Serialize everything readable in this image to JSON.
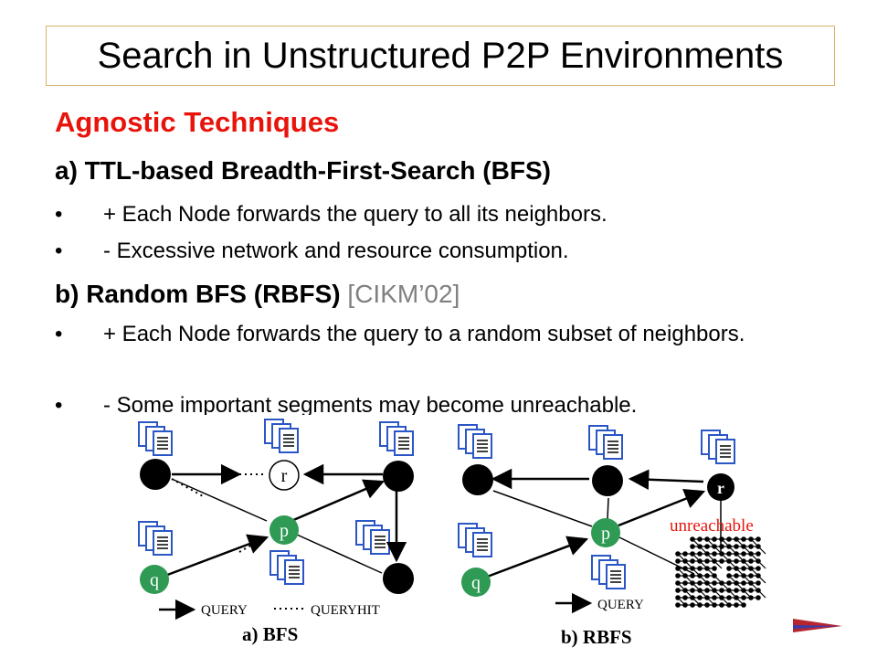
{
  "slide": {
    "title": "Search in Unstructured P2P Environments",
    "subtitle": "Agnostic Techniques",
    "colors": {
      "subtitle": "#e8140c",
      "ref": "#808080",
      "unreachable": "#e8140c",
      "node_label_fill": "#2e9a54",
      "frame": "#d8b36a"
    },
    "section_a": {
      "heading": "a) TTL-based Breadth-First-Search (BFS)"
    },
    "bullets_a": [
      {
        "mark": "•",
        "text": "+ Each Node forwards the query to all its neighbors."
      },
      {
        "mark": "•",
        "text": "-  Excessive  network and resource consumption."
      }
    ],
    "section_b": {
      "heading": "b) Random BFS (RBFS)",
      "ref": "[CIKM’02]"
    },
    "bullets_b": [
      {
        "mark": "•",
        "text": "+ Each Node forwards the query to a random subset of neighbors."
      },
      {
        "mark": "•",
        "text": "-  Some important segments may become unreachable."
      }
    ]
  },
  "figure": {
    "bfs": {
      "caption": "a) BFS",
      "node_labels": {
        "r": "r",
        "p": "p",
        "q": "q"
      },
      "legend": {
        "query": "QUERY",
        "queryhit": "QUERYHIT"
      }
    },
    "rbfs": {
      "caption": "b) RBFS",
      "node_labels": {
        "r": "r",
        "p": "p",
        "q": "q"
      },
      "legend": {
        "query": "QUERY"
      },
      "unreachable_label": "unreachable"
    },
    "icons": [
      "document-stack-icon"
    ]
  }
}
